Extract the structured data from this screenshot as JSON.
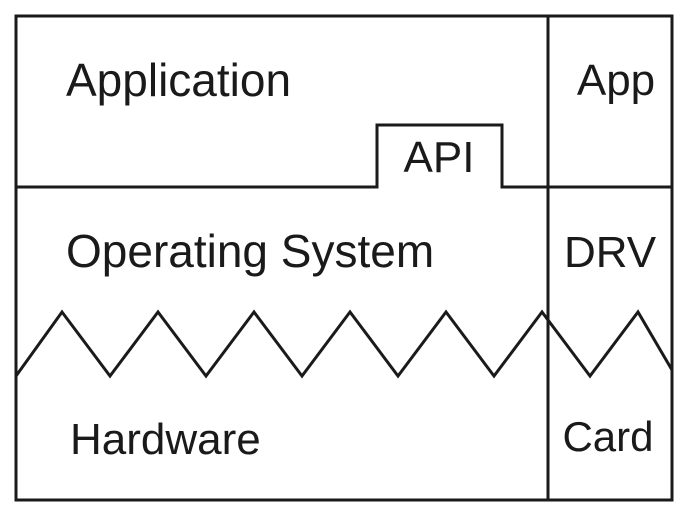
{
  "diagram": {
    "labels": {
      "application": "Application",
      "api": "API",
      "operating_system": "Operating System",
      "hardware": "Hardware",
      "app": "App",
      "drv": "DRV",
      "card": "Card"
    },
    "colors": {
      "stroke": "#1a1a1a",
      "background": "#ffffff"
    }
  }
}
